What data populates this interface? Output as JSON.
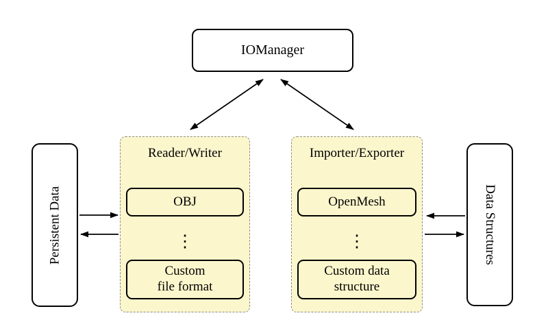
{
  "colors": {
    "background": "#ffffff",
    "group_fill": "#fcf6cc",
    "group_border": "#8c8c8c",
    "node_fill": "#ffffff",
    "node_border": "#000000",
    "arrow": "#000000"
  },
  "nodes": {
    "io_manager": {
      "label": "IOManager"
    },
    "persistent_data": {
      "label": "Persistent Data"
    },
    "data_structures": {
      "label": "Data Structures"
    }
  },
  "groups": {
    "reader_writer": {
      "title": "Reader/Writer",
      "ellipsis": "⋮",
      "items": [
        {
          "label": "OBJ"
        },
        {
          "label": "Custom\nfile format"
        }
      ]
    },
    "importer_exporter": {
      "title": "Importer/Exporter",
      "ellipsis": "⋮",
      "items": [
        {
          "label": "OpenMesh"
        },
        {
          "label": "Custom data\nstructure"
        }
      ]
    }
  }
}
